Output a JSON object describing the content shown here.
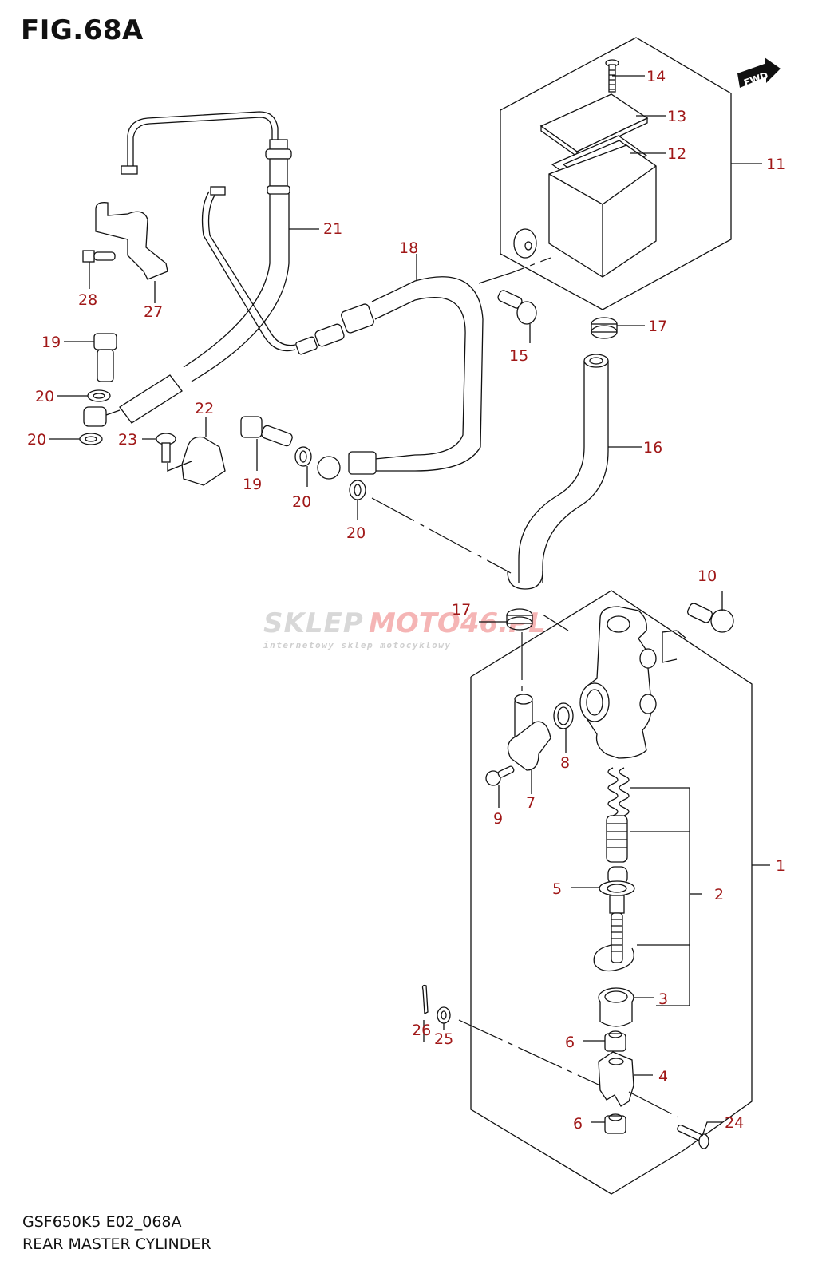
{
  "figure": {
    "title": "FIG.68A",
    "model_code": "GSF650K5 E02_068A",
    "assembly_name": "REAR MASTER CYLINDER"
  },
  "direction_indicator": {
    "text": "FWD",
    "icon": "forward-arrow-icon"
  },
  "watermark": {
    "brand_gray": "SKLEP",
    "brand_red": "MOTO46.PL",
    "tagline": "internetowy sklep motocyklowy"
  },
  "colors": {
    "callout_label": "#a01818",
    "line_art": "#111111",
    "watermark_gray": "#d8d8d8",
    "watermark_red": "#f5b5b5"
  },
  "callouts": [
    {
      "id": "c1",
      "label": "1"
    },
    {
      "id": "c2",
      "label": "2"
    },
    {
      "id": "c3",
      "label": "3"
    },
    {
      "id": "c4",
      "label": "4"
    },
    {
      "id": "c5",
      "label": "5"
    },
    {
      "id": "c6a",
      "label": "6"
    },
    {
      "id": "c6b",
      "label": "6"
    },
    {
      "id": "c7",
      "label": "7"
    },
    {
      "id": "c8",
      "label": "8"
    },
    {
      "id": "c9",
      "label": "9"
    },
    {
      "id": "c10",
      "label": "10"
    },
    {
      "id": "c11",
      "label": "11"
    },
    {
      "id": "c12",
      "label": "12"
    },
    {
      "id": "c13",
      "label": "13"
    },
    {
      "id": "c14",
      "label": "14"
    },
    {
      "id": "c15",
      "label": "15"
    },
    {
      "id": "c16",
      "label": "16"
    },
    {
      "id": "c17a",
      "label": "17"
    },
    {
      "id": "c17b",
      "label": "17"
    },
    {
      "id": "c18",
      "label": "18"
    },
    {
      "id": "c19a",
      "label": "19"
    },
    {
      "id": "c19b",
      "label": "19"
    },
    {
      "id": "c20a",
      "label": "20"
    },
    {
      "id": "c20b",
      "label": "20"
    },
    {
      "id": "c20c",
      "label": "20"
    },
    {
      "id": "c20d",
      "label": "20"
    },
    {
      "id": "c21",
      "label": "21"
    },
    {
      "id": "c22",
      "label": "22"
    },
    {
      "id": "c23",
      "label": "23"
    },
    {
      "id": "c24",
      "label": "24"
    },
    {
      "id": "c25",
      "label": "25"
    },
    {
      "id": "c26",
      "label": "26"
    },
    {
      "id": "c27",
      "label": "27"
    },
    {
      "id": "c28",
      "label": "28"
    }
  ]
}
